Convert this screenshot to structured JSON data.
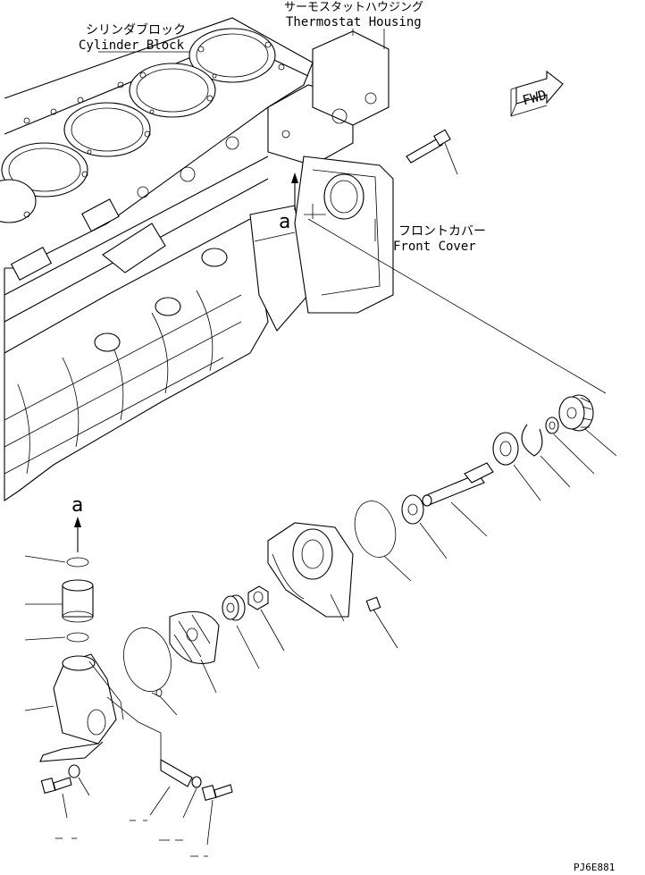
{
  "labels": {
    "cylinder_block_jp": "シリンダブロック",
    "cylinder_block_en": "Cylinder Block",
    "thermostat_housing_jp": "サーモスタットハウジング",
    "thermostat_housing_en": "Thermostat Housing",
    "front_cover_jp": "フロントカバー",
    "front_cover_en": "Front Cover",
    "fwd": "FWD",
    "view_a_top": "a",
    "view_a_engine": "a",
    "drawing_code": "PJ6E881"
  }
}
